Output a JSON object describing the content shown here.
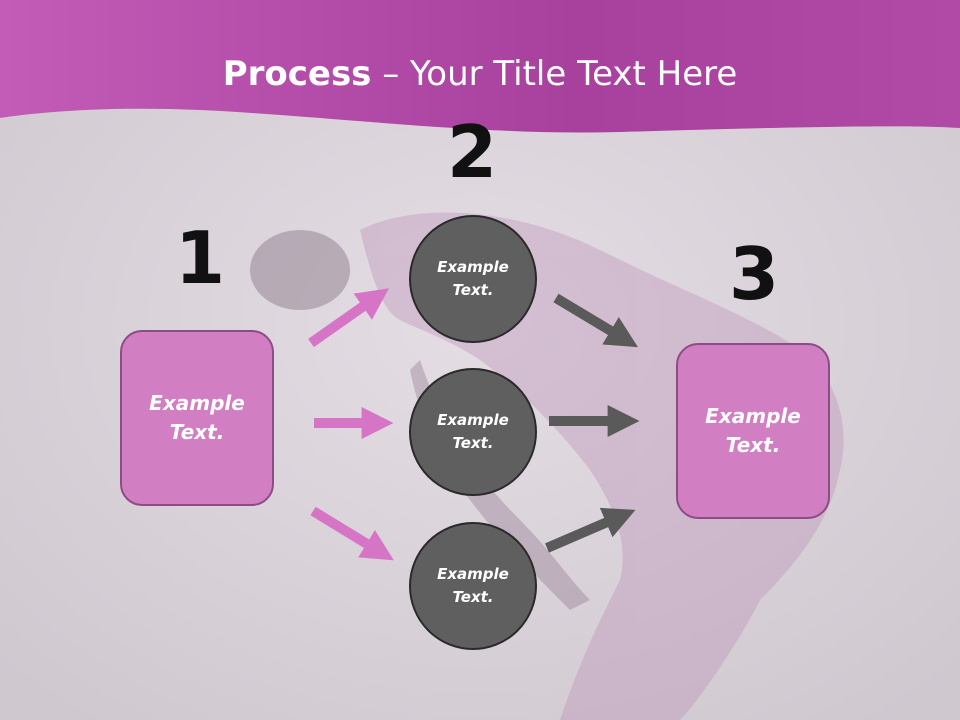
{
  "title": {
    "bold": "Process",
    "rest": " – Your Title Text Here"
  },
  "steps": {
    "one": {
      "number": "1",
      "label": "Example Text."
    },
    "two": {
      "number": "2",
      "items": [
        "Example Text.",
        "Example Text.",
        "Example Text."
      ]
    },
    "three": {
      "number": "3",
      "label": "Example Text."
    }
  },
  "colors": {
    "header": "#b243a6",
    "box_fill": "#d27ec3",
    "circle_fill": "#5f5f5f",
    "arrow_pink": "#d675c6",
    "arrow_gray": "#5a5a5a"
  }
}
